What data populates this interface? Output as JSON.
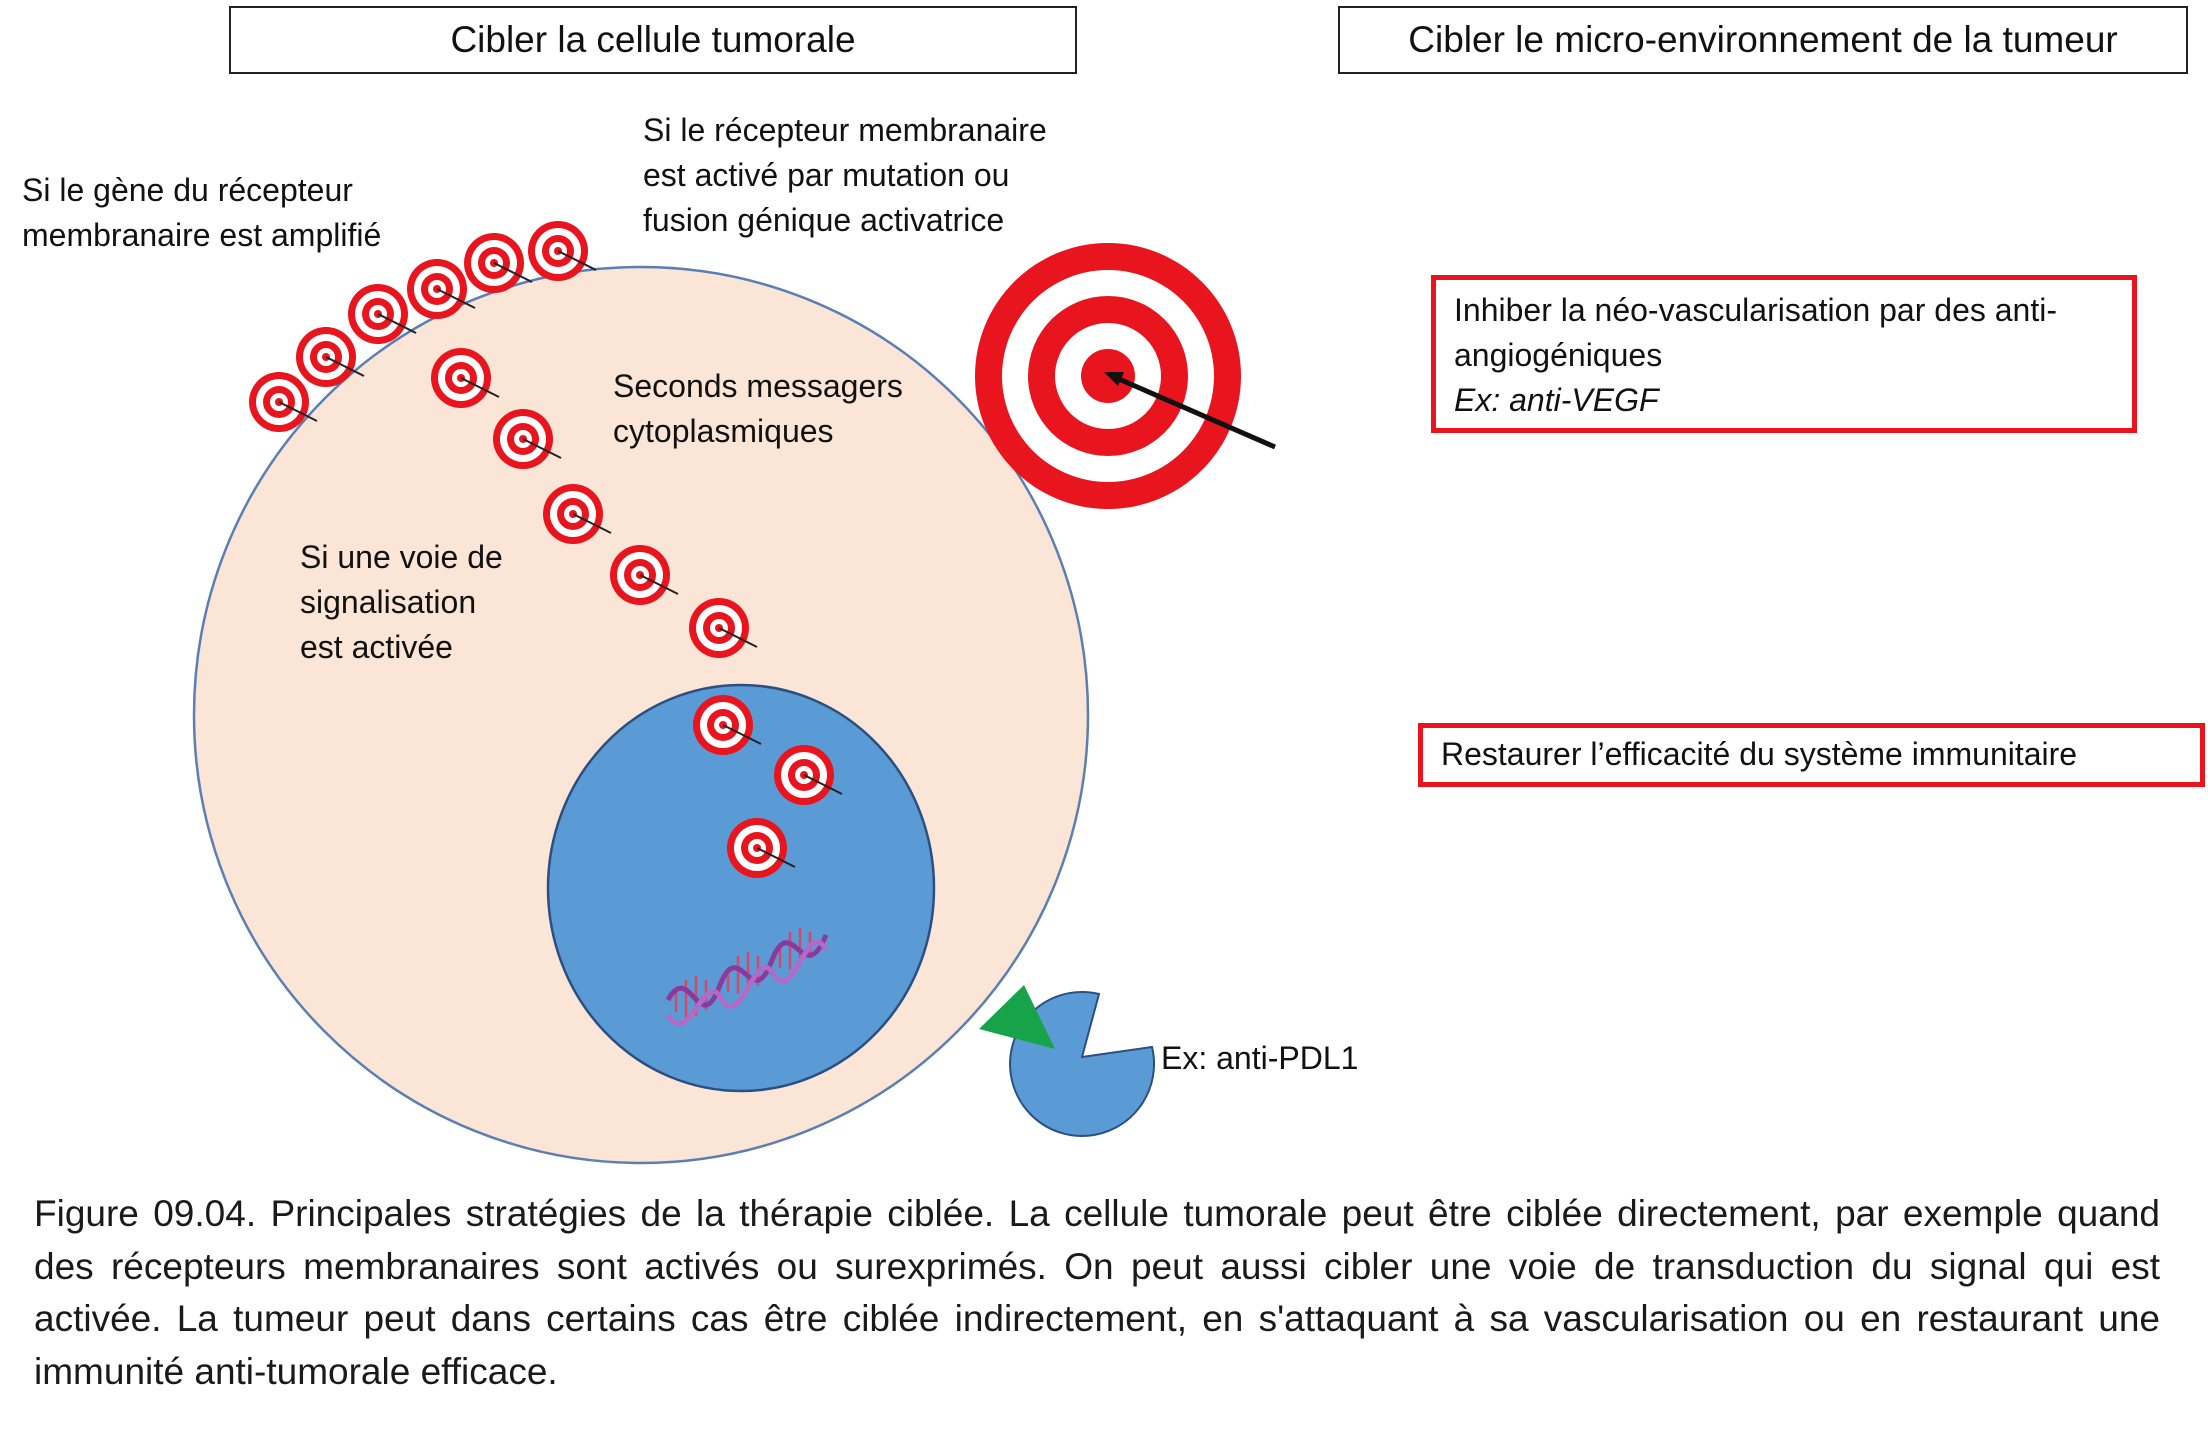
{
  "headers": {
    "left": "Cibler la cellule tumorale",
    "right": "Cibler le micro-environnement de la tumeur"
  },
  "labels": {
    "amplified": [
      "Si le gène du récepteur",
      "membranaire est amplifié"
    ],
    "mutation": [
      "Si le récepteur membranaire",
      "est activé par mutation ou",
      "fusion génique activatrice"
    ],
    "messengers": [
      "Seconds messagers",
      "cytoplasmiques"
    ],
    "pathway": [
      "Si une  voie de",
      "signalisation",
      "est activée"
    ],
    "pdl1": "Ex: anti-PDL1"
  },
  "boxes": {
    "angio": {
      "lines": [
        "Inhiber la néo-vascularisation par des anti-",
        "angiogéniques"
      ],
      "example": "Ex: anti-VEGF"
    },
    "immune": "Restaurer l’efficacité du système immunitaire"
  },
  "caption": "Figure 09.04. Principales stratégies de la thérapie ciblée. La cellule tumorale peut être ciblée directement, par exemple quand des récepteurs membranaires sont activés ou surexprimés. On peut aussi cibler une voie de transduction du signal qui est activée. La tumeur peut dans certains cas être ciblée indirectement, en s'attaquant à sa vascularisation ou en restaurant une immunité anti-tumorale efficace.",
  "colors": {
    "cell": "#fae5d6",
    "cell_border": "#5b7fb3",
    "nucleus": "#5b9bd5",
    "target_red": "#e8141e",
    "box_border": "#e8141e",
    "pdl1_triangle": "#17a34a",
    "dna": "#8a3a9c"
  }
}
